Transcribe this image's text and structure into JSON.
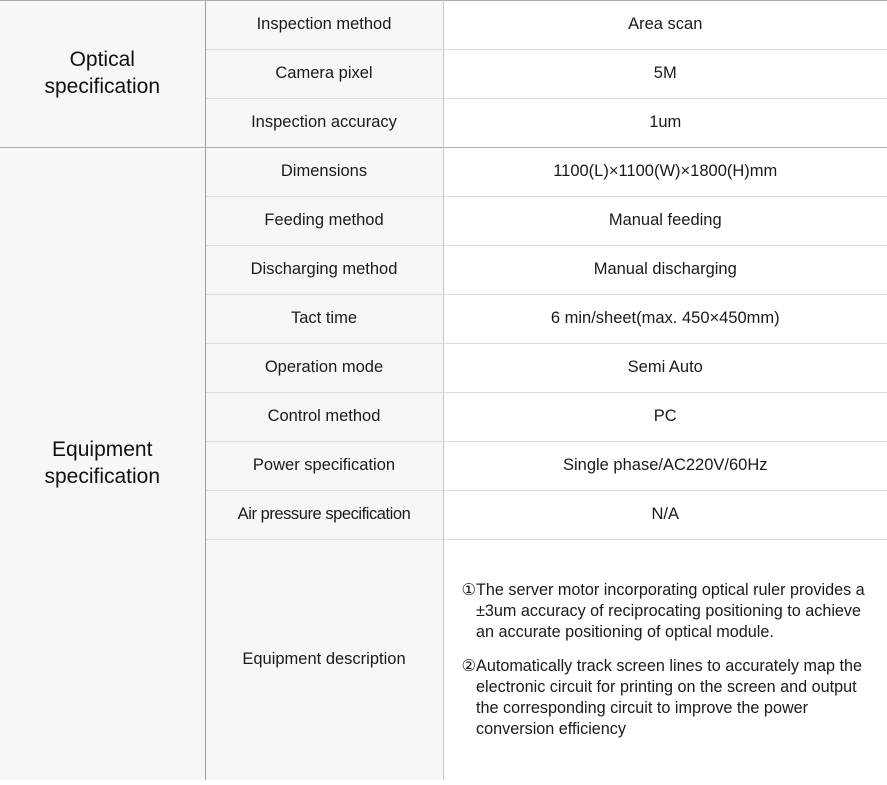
{
  "table": {
    "sections": [
      {
        "label": "Optical\nspecification",
        "label_lines": [
          "Optical",
          "specification"
        ],
        "rows": [
          {
            "item": "Inspection method",
            "value": "Area scan"
          },
          {
            "item": "Camera pixel",
            "value": "5M"
          },
          {
            "item": "Inspection accuracy",
            "value": "1um"
          }
        ]
      },
      {
        "label": "Equipment\nspecification",
        "label_lines": [
          "Equipment",
          "specification"
        ],
        "rows": [
          {
            "item": "Dimensions",
            "value": "1100(L)×1100(W)×1800(H)mm"
          },
          {
            "item": "Feeding method",
            "value": "Manual feeding"
          },
          {
            "item": "Discharging method",
            "value": "Manual discharging"
          },
          {
            "item": "Tact time",
            "value": "6 min/sheet(max. 450×450mm)"
          },
          {
            "item": "Operation mode",
            "value": "Semi Auto"
          },
          {
            "item": "Control method",
            "value": "PC"
          },
          {
            "item": "Power specification",
            "value": "Single phase/AC220V/60Hz"
          },
          {
            "item": "Air pressure specification",
            "value": "N/A"
          }
        ],
        "description_row": {
          "item": "Equipment description",
          "items": [
            {
              "marker": "①",
              "text": "The server motor incorporating optical ruler provides a ±3um accuracy of reciprocating positioning to achieve an accurate positioning of optical module."
            },
            {
              "marker": "②",
              "text": "Automatically track screen lines to accurately map the electronic circuit for printing on the screen and output the corresponding circuit to improve the power conversion efficiency"
            }
          ]
        }
      }
    ]
  },
  "colors": {
    "label_background": "#f7f7f7",
    "value_background": "#ffffff",
    "text": "#1a1a1a",
    "rule_light": "#dcdcdc",
    "rule_medium": "#c9c9c9",
    "rule_strong": "#adadad"
  }
}
